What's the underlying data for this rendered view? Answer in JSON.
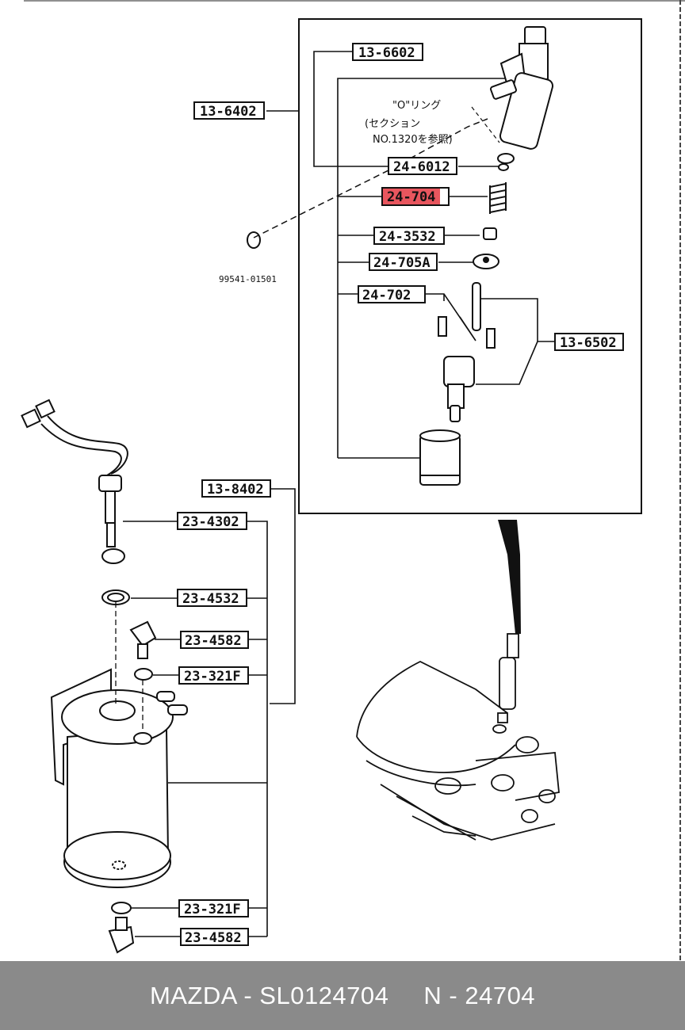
{
  "diagram": {
    "labels": {
      "p13_6602": "13-6602",
      "p13_6402": "13-6402",
      "p24_6012": "24-6012",
      "p24_704": "24-704",
      "p24_3532": "24-3532",
      "p24_705A": "24-705A",
      "p24_702": "24-702",
      "p13_6502": "13-6502",
      "p13_8402": "13-8402",
      "p23_4302": "23-4302",
      "p23_4532": "23-4532",
      "p23_4582_a": "23-4582",
      "p23_321F_a": "23-321F",
      "p23_321F_b": "23-321F",
      "p23_4582_b": "23-4582"
    },
    "seal_part": "99541-01501",
    "note": {
      "line1": "\"O\"リング",
      "line2": "(セクション",
      "line3": "NO.1320を参照)"
    },
    "highlight_color": "#e8565e"
  },
  "footer": {
    "brand": "MAZDA - SL0124704",
    "code": "N - 24704"
  }
}
